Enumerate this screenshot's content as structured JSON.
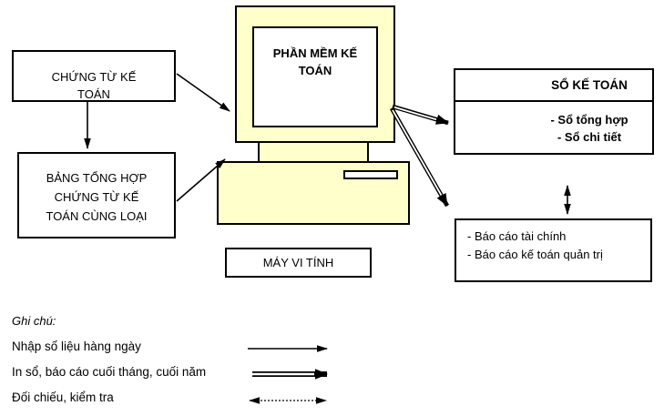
{
  "diagram_title": "Accounting software data-flow diagram",
  "colors": {
    "computer_fill": "#FFFFCC",
    "border": "#000000",
    "background": "#FFFFFF",
    "text": "#000000"
  },
  "boxes": {
    "documents": "CHỨNG TỪ KẾ\nTOÁN",
    "summary": "BẢNG TỔNG HỢP\nCHỨNG TỪ KẾ\nTOÁN CÙNG LOẠI",
    "software": "PHẦN MỀM KẾ\nTOÁN",
    "computer_label": "MÁY VI TÍNH",
    "ledger": {
      "title": "SỔ KẾ TOÁN",
      "items": [
        "- Sổ tổng hợp",
        "- Sổ chi tiết"
      ]
    },
    "reports": {
      "items": [
        "- Báo cáo tài chính",
        "- Báo cáo kế toán quản trị"
      ]
    }
  },
  "legend": {
    "title": "Ghi chú:",
    "entries": [
      {
        "label": "Nhập số liệu hàng ngày",
        "arrow_style": "single-solid-right"
      },
      {
        "label": "In sổ, báo cáo cuối tháng, cuối năm",
        "arrow_style": "double-line-right"
      },
      {
        "label": "Đối chiếu, kiểm tra",
        "arrow_style": "dotted-double-headed"
      }
    ]
  },
  "arrows": [
    {
      "name": "documents-to-software",
      "style": "single-solid"
    },
    {
      "name": "documents-to-summary",
      "style": "single-solid"
    },
    {
      "name": "summary-to-computer",
      "style": "single-solid"
    },
    {
      "name": "software-to-ledger",
      "style": "double-line"
    },
    {
      "name": "software-to-reports",
      "style": "double-line"
    },
    {
      "name": "ledger-reports-check",
      "style": "double-headed"
    }
  ]
}
